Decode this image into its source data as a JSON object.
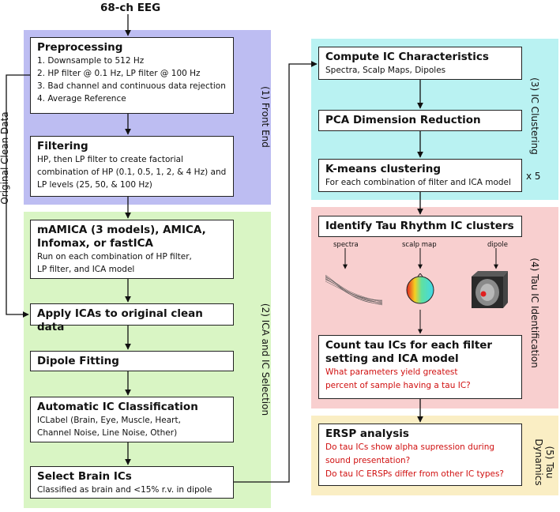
{
  "input_label": "68-ch EEG",
  "side_label": "Original Clean Data",
  "repeat_label": "x 5",
  "panels": {
    "front_end": "(1) Front End",
    "ica_selection": "(2) ICA and IC Selection",
    "clustering": "(3) IC Clustering",
    "identification": "(4) Tau IC Identification",
    "dynamics": "(5) Tau Dynamics"
  },
  "colors": {
    "front_end": "#bdbdf2",
    "ica_selection": "#d9f5c4",
    "clustering": "#b9f2f2",
    "identification": "#f8cfcf",
    "dynamics": "#faeec4",
    "question_text": "#d01010"
  },
  "boxes": {
    "preprocessing": {
      "title": "Preprocessing",
      "lines": [
        "1. Downsample to 512 Hz",
        "2. HP filter @ 0.1 Hz, LP filter  @ 100 Hz",
        "3. Bad channel and continuous data rejection",
        "4. Average Reference"
      ]
    },
    "filtering": {
      "title": "Filtering",
      "lines": [
        "HP, then LP filter to create factorial",
        "combination of HP (0.1, 0.5, 1, 2, & 4 Hz) and",
        "LP levels (25, 50, & 100 Hz)"
      ]
    },
    "ica_models": {
      "title_lines": [
        "mAMICA (3 models), AMICA,",
        "Infomax, or fastICA"
      ],
      "lines": [
        "Run on each combination of HP filter,",
        "LP filter, and ICA model"
      ]
    },
    "apply_icas": {
      "title": "Apply ICAs to original clean data"
    },
    "dipole": {
      "title": "Dipole Fitting"
    },
    "auto_class": {
      "title": "Automatic IC Classification",
      "lines": [
        "ICLabel (Brain, Eye, Muscle, Heart,",
        "Channel Noise, Line Noise, Other)"
      ]
    },
    "select_brain": {
      "title": "Select Brain ICs",
      "lines": [
        "Classified as brain and <15% r.v. in dipole"
      ]
    },
    "compute_ic": {
      "title": "Compute IC Characteristics",
      "lines": [
        "Spectra, Scalp Maps, Dipoles"
      ]
    },
    "pca": {
      "title": "PCA Dimension Reduction"
    },
    "kmeans": {
      "title": "K-means clustering",
      "lines": [
        "For each combination of filter and ICA model"
      ]
    },
    "identify_tau": {
      "title": "Identify Tau Rhythm IC clusters"
    },
    "count_tau": {
      "title_lines": [
        "Count tau ICs for each filter",
        "setting and ICA model"
      ],
      "questions": [
        "What parameters yield greatest",
        "percent of sample having a tau IC?"
      ]
    },
    "ersp": {
      "title": "ERSP analysis",
      "questions": [
        "Do tau ICs show alpha supression during",
        "sound presentation?",
        "Do tau IC ERSPs differ from other IC types?"
      ]
    }
  },
  "feature_labels": [
    "spectra",
    "scalp map",
    "dipole"
  ]
}
